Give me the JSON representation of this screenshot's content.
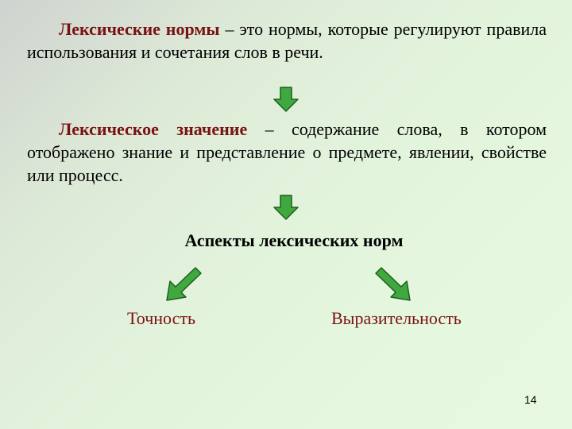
{
  "definitions": [
    {
      "term": "Лексические нормы",
      "text": " – это нормы, которые регулируют правила использования и сочетания слов в речи."
    },
    {
      "term": "Лексическое значение",
      "text": " – содержание слова, в котором отображено знание и представление о предмете, явлении, свойстве или процесс."
    }
  ],
  "heading": "Аспекты лексических норм",
  "aspects": [
    "Точность",
    "Выразительность"
  ],
  "page_number": "14",
  "colors": {
    "term": "#7a1212",
    "arrow_fill": "#3fa83f",
    "arrow_stroke": "#1f5e1f"
  },
  "icons": {
    "arrow_down": "arrow-down-icon",
    "arrow_left": "arrow-down-left-icon",
    "arrow_right": "arrow-down-right-icon"
  }
}
